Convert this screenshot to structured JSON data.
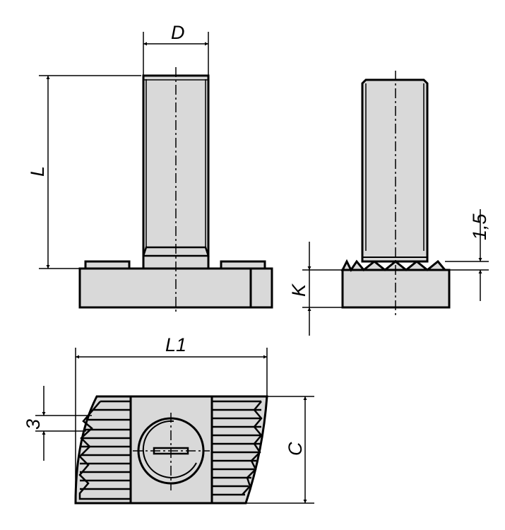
{
  "title": "T-bolt technical drawing",
  "dimensions": {
    "D": "D",
    "L": "L",
    "K": "K",
    "tooth_height": "1,5",
    "L1": "L1",
    "pitch": "3",
    "C": "C"
  },
  "colors": {
    "fill": "#d9d9d9",
    "line": "#000000"
  }
}
